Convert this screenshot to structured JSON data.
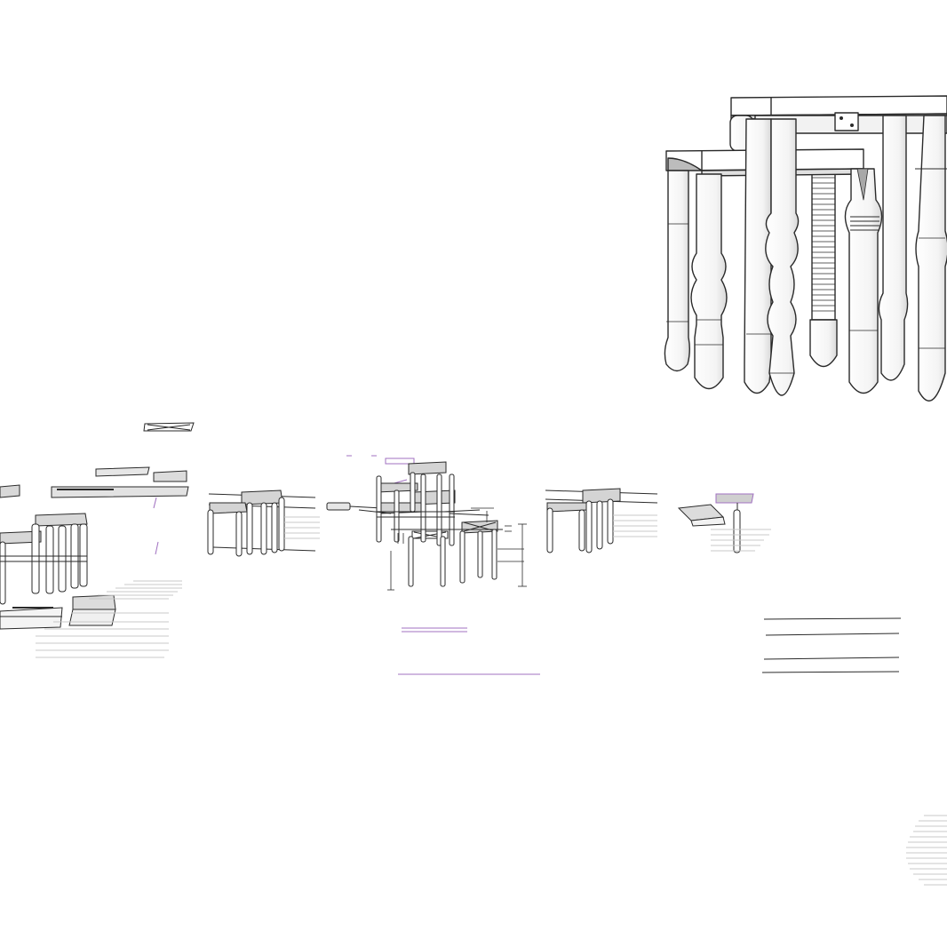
{
  "canvas": {
    "background": "#ffffff",
    "line_color": "#2a2a2a",
    "shade_color": "#c8c8c8",
    "accent_color": "#a070c0"
  },
  "views": [
    {
      "name": "large-stool-perspective-view"
    },
    {
      "name": "exploded-assembly-view"
    },
    {
      "name": "small-stool-view-1"
    },
    {
      "name": "dimensioned-assembly-view"
    },
    {
      "name": "small-stool-view-2"
    },
    {
      "name": "seat-and-leg-detail-view"
    },
    {
      "name": "title-block-lines"
    }
  ]
}
